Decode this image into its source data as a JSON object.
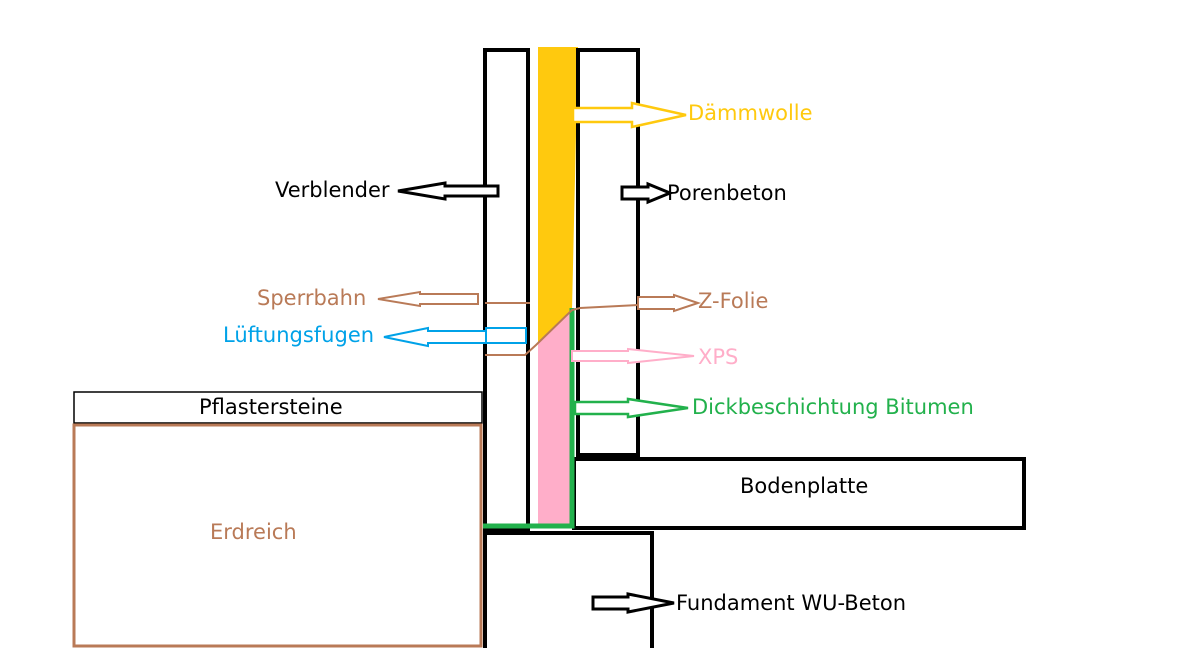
{
  "labels": {
    "daemmwolle": "Dämmwolle",
    "verblender": "Verblender",
    "porenbeton": "Porenbeton",
    "sperrbahn": "Sperrbahn",
    "z_folie": "Z-Folie",
    "lueftungsfugen": "Lüftungsfugen",
    "xps": "XPS",
    "pflastersteine": "Pflastersteine",
    "dickbeschichtung": "Dickbeschichtung Bitumen",
    "bodenplatte": "Bodenplatte",
    "erdreich": "Erdreich",
    "fundament": "Fundament WU-Beton"
  },
  "colors": {
    "black": "#000000",
    "daemmwolle": "#ffc90e",
    "sperrbahn": "#b97a57",
    "lueftungsfugen": "#00a2e8",
    "xps": "#ffaec9",
    "bitumen": "#22b14c"
  }
}
